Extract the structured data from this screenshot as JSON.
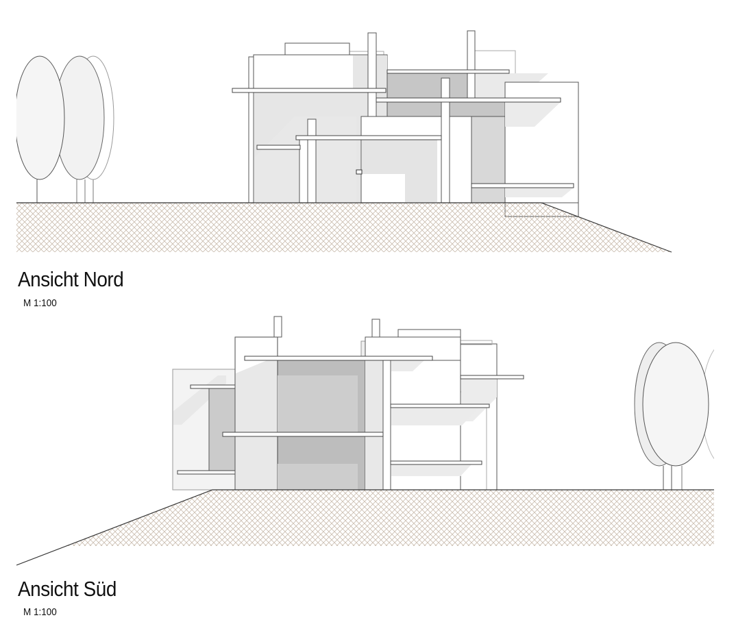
{
  "drawings": [
    {
      "title": "Ansicht Nord",
      "scale": "M 1:100"
    },
    {
      "title": "Ansicht Süd",
      "scale": "M 1:100"
    }
  ],
  "colors": {
    "ground_hatch": "#c9bcae",
    "shade_light": "#e6e6e6",
    "shade_dark": "#c6c6c6",
    "line": "#555555"
  }
}
